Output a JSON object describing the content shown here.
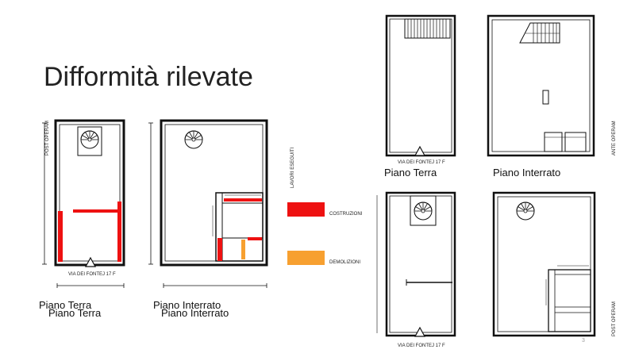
{
  "slide": {
    "title": "Difformità rilevate",
    "page_number": "3"
  },
  "left_group": {
    "side_label": "POST OPERAM",
    "plans": [
      {
        "label_1": "Piano Terra",
        "label_2": "Piano Terra",
        "street": "VIA DEI  FONTEJ 17 F"
      },
      {
        "label_1": "Piano Interrato",
        "label_2": "Piano Interrato"
      }
    ]
  },
  "legend": {
    "heading": "LAVORI ESEGUITI",
    "items": [
      {
        "label": "COSTRUZIONI",
        "color": "#ee1111"
      },
      {
        "label": "DEMOLIZIONI",
        "color": "#f7a030"
      }
    ]
  },
  "right_group": {
    "ante": {
      "side_label": "ANTE OPERAM",
      "street": "VIA DEI  FONTEJ 17 F",
      "plan_labels": [
        "Piano Terra",
        "Piano Interrato"
      ]
    },
    "post": {
      "side_label": "POST OPERAM",
      "street": "VIA DEI  FONTEJ 17 F"
    }
  },
  "colors": {
    "wall": "#111111",
    "construction": "#ee1111",
    "demolition": "#f7a030"
  },
  "icons": [
    "spiral-staircase-icon",
    "straight-staircase-icon",
    "entrance-arrow-icon"
  ]
}
